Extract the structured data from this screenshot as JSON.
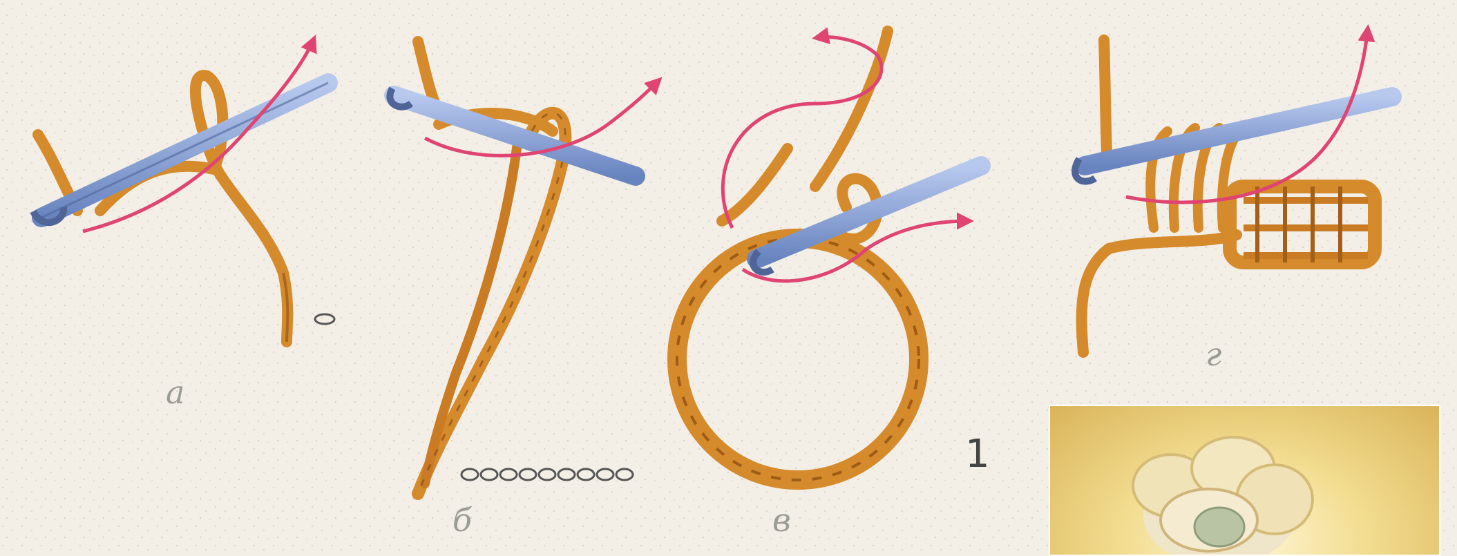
{
  "labels": {
    "a": "а",
    "b": "б",
    "v": "в",
    "g": "г",
    "figure_number": "1"
  },
  "colors": {
    "background": "#f3efe7",
    "yarn": "#d58a2c",
    "yarn_dark": "#8e4f12",
    "hook": "#7f9bd0",
    "hook_dark": "#4f6597",
    "arrow": "#e04472",
    "photo_bg": "#e6c46a"
  },
  "icons": [
    "crochet-hook-icon",
    "yarn-strand-icon",
    "direction-arrow-icon",
    "chain-symbol-icon"
  ]
}
